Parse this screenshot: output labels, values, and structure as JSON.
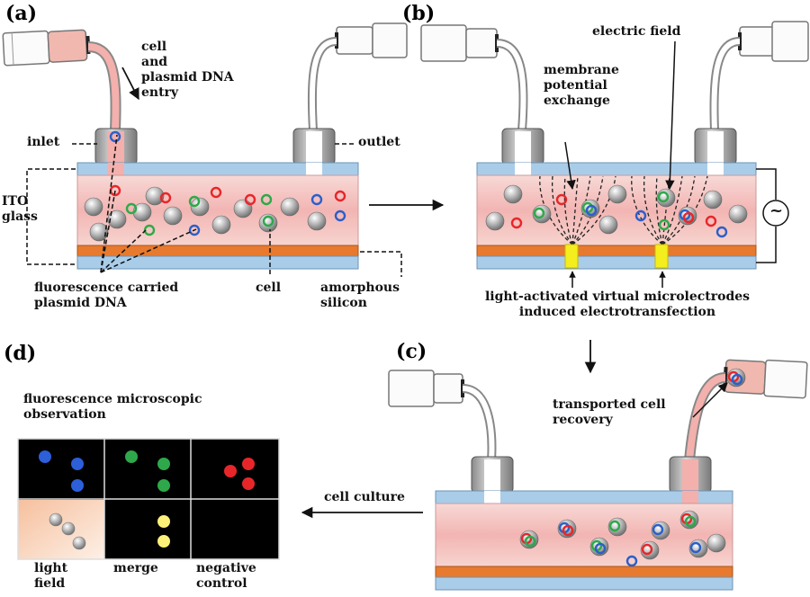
{
  "panels": {
    "a": "(a)",
    "b": "(b)",
    "c": "(c)",
    "d": "(d)"
  },
  "a": {
    "entry": "cell\nand\nplasmid DNA\nentry",
    "inlet": "inlet",
    "outlet": "outlet",
    "ito": "ITO\nglass",
    "fluor": "fluorescence carried\nplasmid DNA",
    "cell": "cell",
    "si": "amorphous\nsilicon"
  },
  "b": {
    "field": "electric field",
    "membrane": "membrane\npotential\nexchange",
    "virtual": "light-activated virtual microlectrodes\ninduced electrotransfection",
    "ac_symbol": "~"
  },
  "c": {
    "recovery": "transported cell\nrecovery",
    "culture": "cell culture"
  },
  "d": {
    "observation": "fluorescence microscopic\nobservation",
    "light": "light\nfield",
    "merge": "merge",
    "negative": "negative\ncontrol"
  },
  "colors": {
    "glass": "#a9cde9",
    "chamber": "#f6c7c6",
    "silicon": "#e77a2e",
    "ring_red": "#e8262a",
    "ring_green": "#2ea84a",
    "ring_blue": "#2c5fc9",
    "light_spot": "#f4ee1e",
    "tube_flow": "#f0a8a8"
  }
}
